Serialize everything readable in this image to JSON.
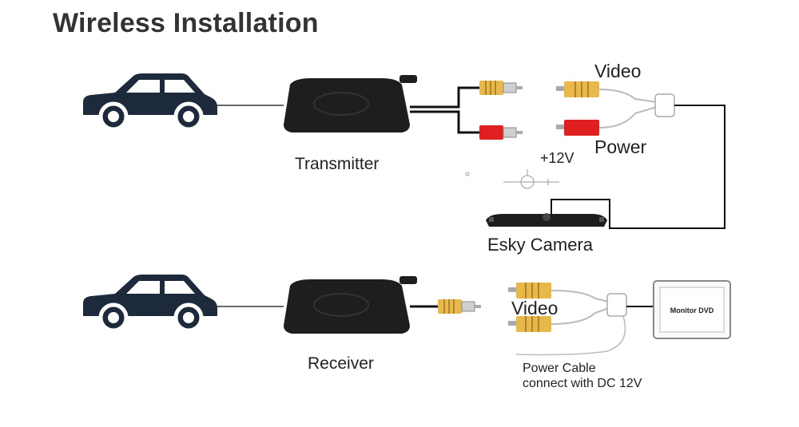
{
  "title": "Wireless Installation",
  "labels": {
    "transmitter": "Transmitter",
    "receiver": "Receiver",
    "video_top": "Video",
    "power": "Power",
    "plus12v": "+12V",
    "camera": "Esky Camera",
    "video_bottom": "Video",
    "monitor": "Monitor DVD",
    "power_cable_line1": "Power Cable",
    "power_cable_line2": "connect with DC 12V"
  },
  "icons": {
    "car": "car-icon",
    "transmitter": "transmitter-box-icon",
    "receiver": "receiver-box-icon",
    "rca_yellow": "rca-yellow-connector-icon",
    "rca_red": "rca-red-connector-icon",
    "camera": "license-plate-camera-icon",
    "monitor": "monitor-icon"
  },
  "colors": {
    "yellow_connector": "#e8b84a",
    "red_connector": "#e02020",
    "device_body": "#1e1e1e",
    "wire": "#111111"
  }
}
